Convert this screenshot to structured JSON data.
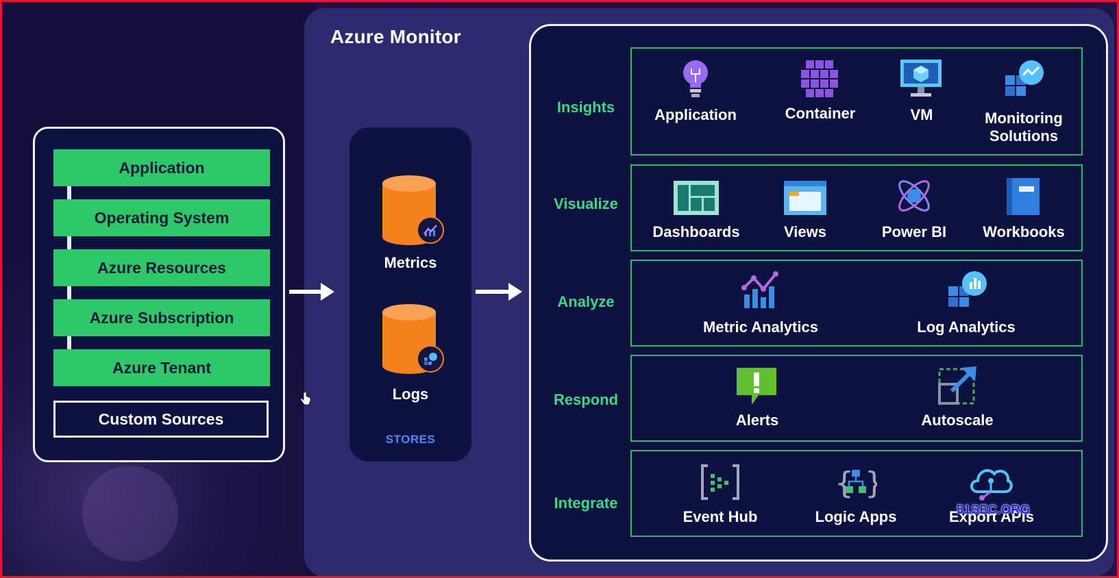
{
  "title": "Azure Monitor",
  "sources": [
    "Application",
    "Operating System",
    "Azure Resources",
    "Azure Subscription",
    "Azure Tenant"
  ],
  "custom_source": "Custom Sources",
  "stores": {
    "metrics": "Metrics",
    "logs": "Logs",
    "caption": "STORES"
  },
  "categories": {
    "insights": {
      "label": "Insights",
      "items": [
        "Application",
        "Container",
        "VM",
        "Monitoring Solutions"
      ]
    },
    "visualize": {
      "label": "Visualize",
      "items": [
        "Dashboards",
        "Views",
        "Power BI",
        "Workbooks"
      ]
    },
    "analyze": {
      "label": "Analyze",
      "items": [
        "Metric Analytics",
        "Log Analytics"
      ]
    },
    "respond": {
      "label": "Respond",
      "items": [
        "Alerts",
        "Autoscale"
      ]
    },
    "integrate": {
      "label": "Integrate",
      "items": [
        "Event Hub",
        "Logic Apps",
        "Export APIs"
      ]
    }
  },
  "watermark": "51SEC.ORG",
  "colors": {
    "accent_green": "#2ec86b",
    "category_green": "#3ed884",
    "store_orange": "#f5821f",
    "stores_blue": "#4b8bf0",
    "frame_red": "#e5162d"
  }
}
